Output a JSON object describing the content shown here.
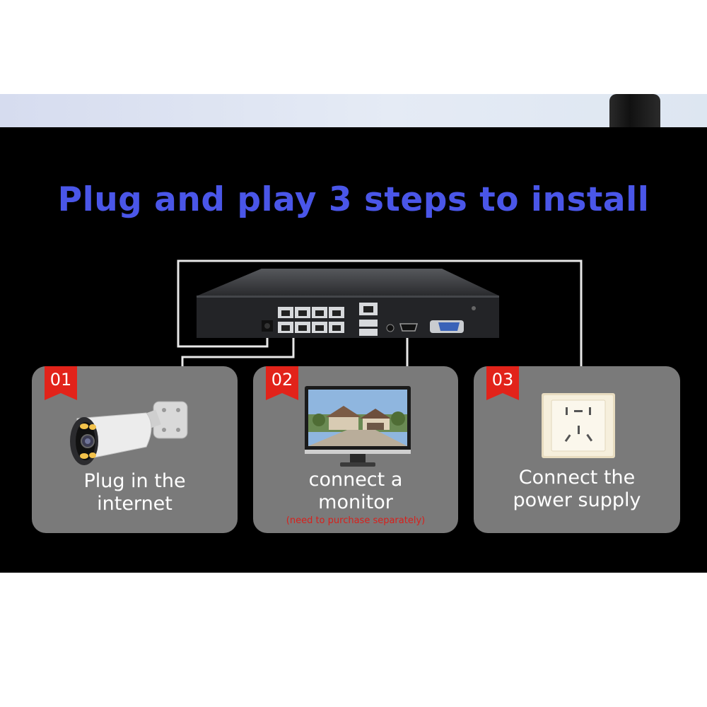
{
  "headline": "Plug and play 3 steps to install",
  "steps": [
    {
      "number": "01",
      "line1": "Plug in the",
      "line2": "internet",
      "icon": "bullet-camera-icon"
    },
    {
      "number": "02",
      "line1": "connect a",
      "line2": "monitor",
      "note": "(need to purchase separately)",
      "icon": "monitor-icon"
    },
    {
      "number": "03",
      "line1": "Connect the",
      "line2": "power supply",
      "icon": "power-socket-icon"
    }
  ],
  "device_icon": "nvr-recorder-icon",
  "colors": {
    "headline": "#4a56e8",
    "card_bg": "#7a7a7a",
    "badge_red": "#e2231a",
    "note_red": "#d8201c",
    "panel_bg": "#000000"
  }
}
